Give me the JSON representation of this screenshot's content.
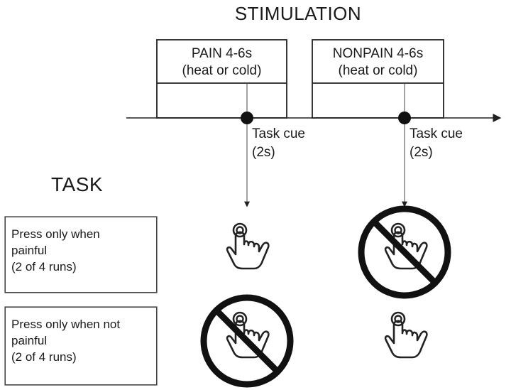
{
  "stimulation_title": "STIMULATION",
  "task_title": "TASK",
  "stimuli": [
    {
      "label": "PAIN 4-6s",
      "sub": "(heat or cold)"
    },
    {
      "label": "NONPAIN 4-6s",
      "sub": "(heat or cold)"
    }
  ],
  "cues": [
    {
      "label": "Task cue",
      "sub": "(2s)"
    },
    {
      "label": "Task cue",
      "sub": "(2s)"
    }
  ],
  "tasks": [
    {
      "lines": [
        "Press only when",
        "painful",
        "(2 of 4 runs)"
      ]
    },
    {
      "lines": [
        "Press only when not",
        "painful",
        "(2 of 4 runs)"
      ]
    }
  ],
  "icons": {
    "press": "pointing-hand-icon",
    "no_press": "no-press-icon"
  }
}
